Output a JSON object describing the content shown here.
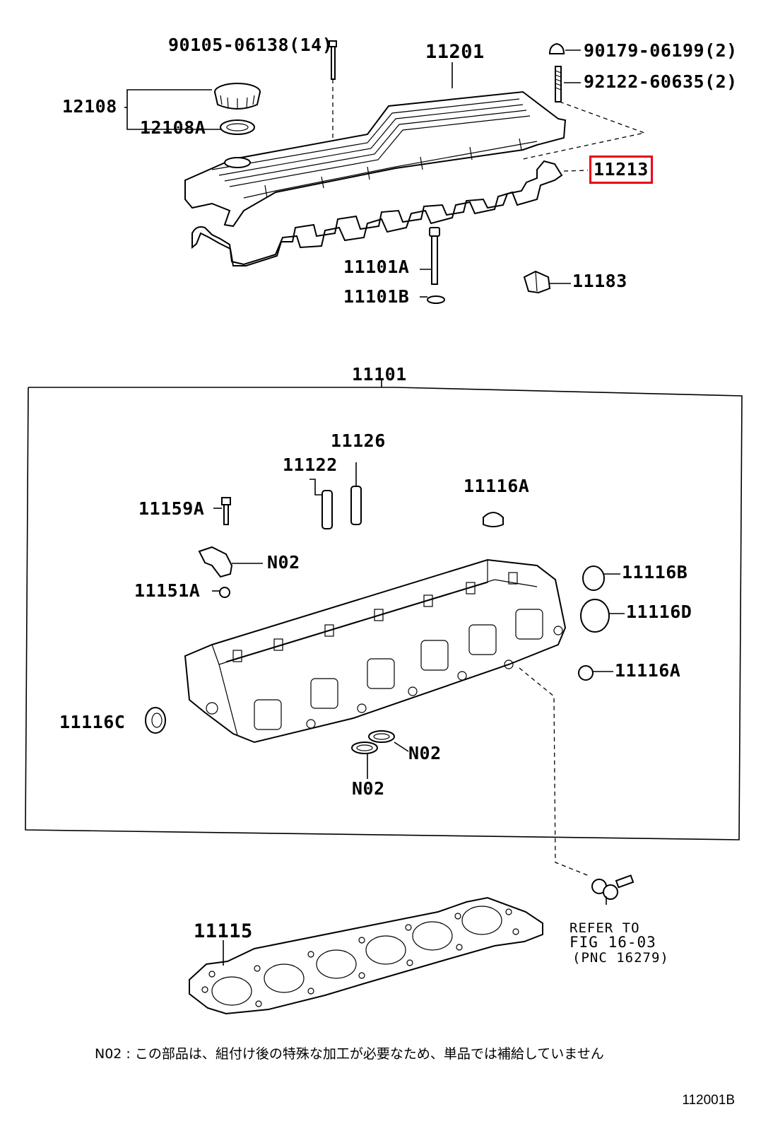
{
  "labels": {
    "p90105": "90105-06138(14)",
    "p11201": "11201",
    "p90179": "90179-06199(2)",
    "p92122": "92122-60635(2)",
    "p12108": "12108",
    "p12108a": "12108A",
    "p11213": "11213",
    "p11101a": "11101A",
    "p11101b": "11101B",
    "p11183": "11183",
    "p11101": "11101",
    "p11126": "11126",
    "p11122": "11122",
    "p11116a_top": "11116A",
    "p11159a": "11159A",
    "n02_a": "N02",
    "p11151a": "11151A",
    "p11116b": "11116B",
    "p11116d": "11116D",
    "p11116a_right": "11116A",
    "p11116c": "11116C",
    "n02_b": "N02",
    "n02_c": "N02",
    "p11115": "11115",
    "refer_line1": "REFER TO",
    "refer_line2": "FIG 16-03",
    "refer_line3": "(PNC 16279)"
  },
  "footnote": "N02 : この部品は、組付け後の特殊な加工が必要なため、単品では補給していません",
  "figure_code": "112001B",
  "highlight_color": "#e8001c",
  "selected_part": "11213"
}
